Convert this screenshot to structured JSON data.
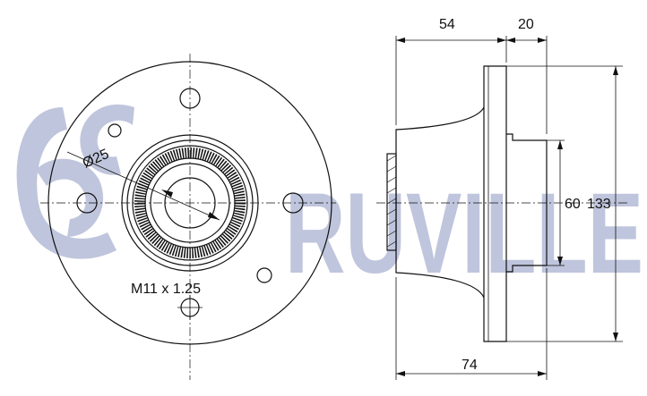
{
  "brand": {
    "name": "RUVILLE",
    "color": "#b4bcd6"
  },
  "dimensions": {
    "d54": "54",
    "d20": "20",
    "d60": "60",
    "d133": "133",
    "d74": "74",
    "bore": "Ø25",
    "thread": "M11 x 1.25"
  }
}
